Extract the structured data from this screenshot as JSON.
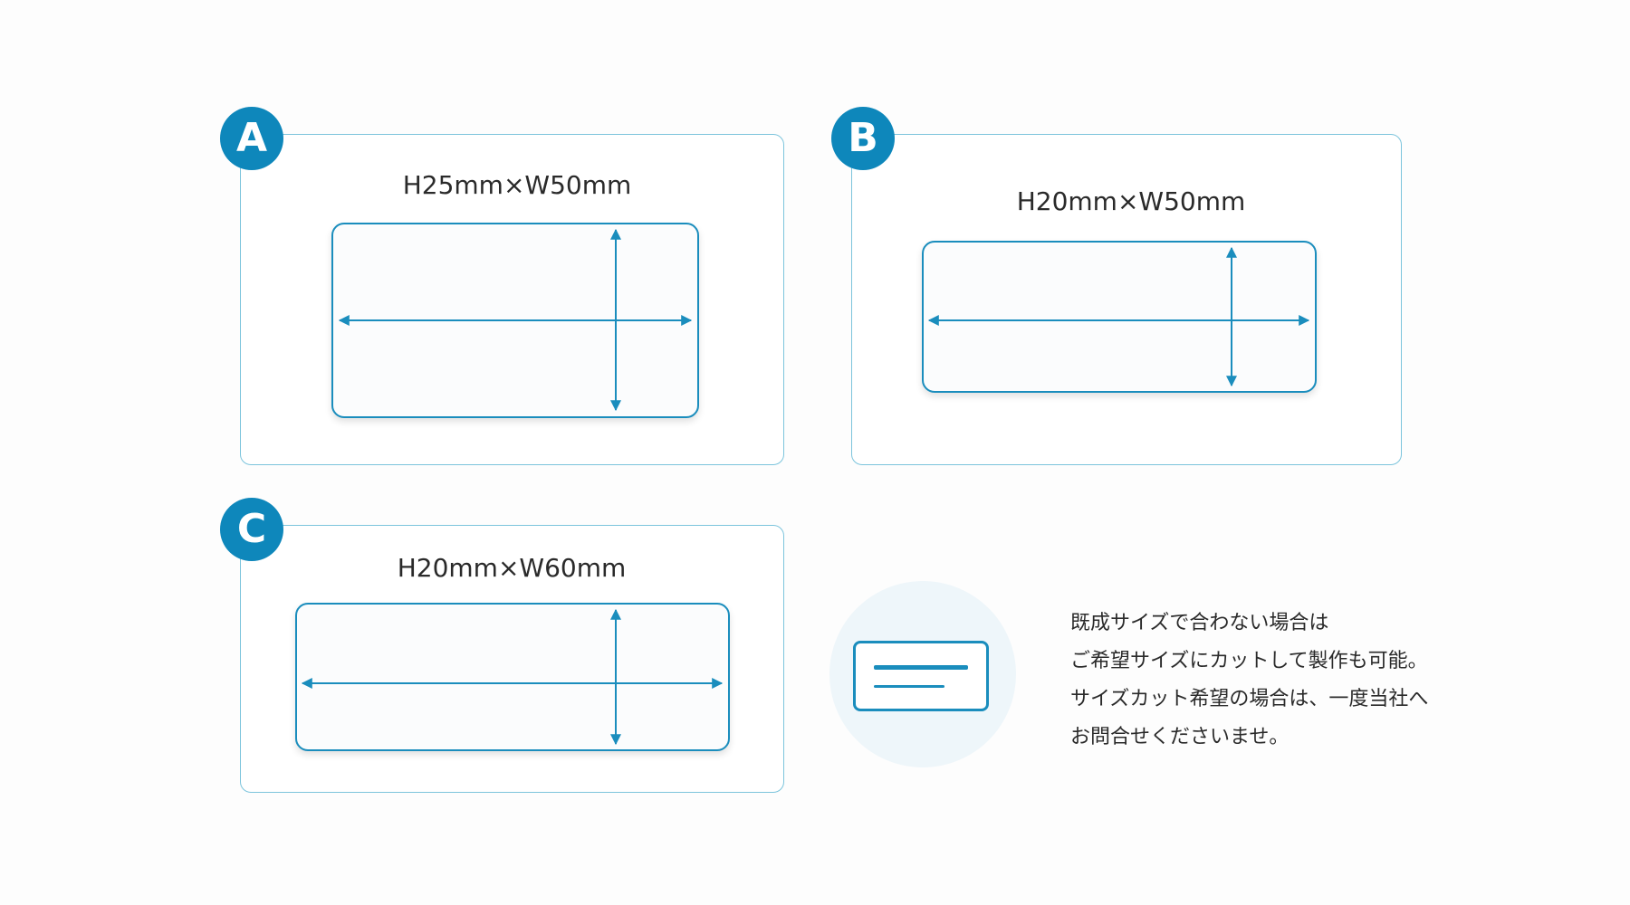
{
  "cards": {
    "a": {
      "badge": "A",
      "dimension": "H25mm×W50mm"
    },
    "b": {
      "badge": "B",
      "dimension": "H20mm×W50mm"
    },
    "c": {
      "badge": "C",
      "dimension": "H20mm×W60mm"
    }
  },
  "note": {
    "icon": "label-card-icon",
    "lines": [
      "既成サイズで合わない場合は",
      "ご希望サイズにカットして製作も可能。",
      "サイズカット希望の場合は、一度当社へ",
      "お問合せくださいませ。"
    ]
  },
  "colors": {
    "accent": "#0e87bb",
    "border": "#7cc4dc",
    "arrow": "#1a8dbd",
    "note_bg": "#eef6fa"
  }
}
